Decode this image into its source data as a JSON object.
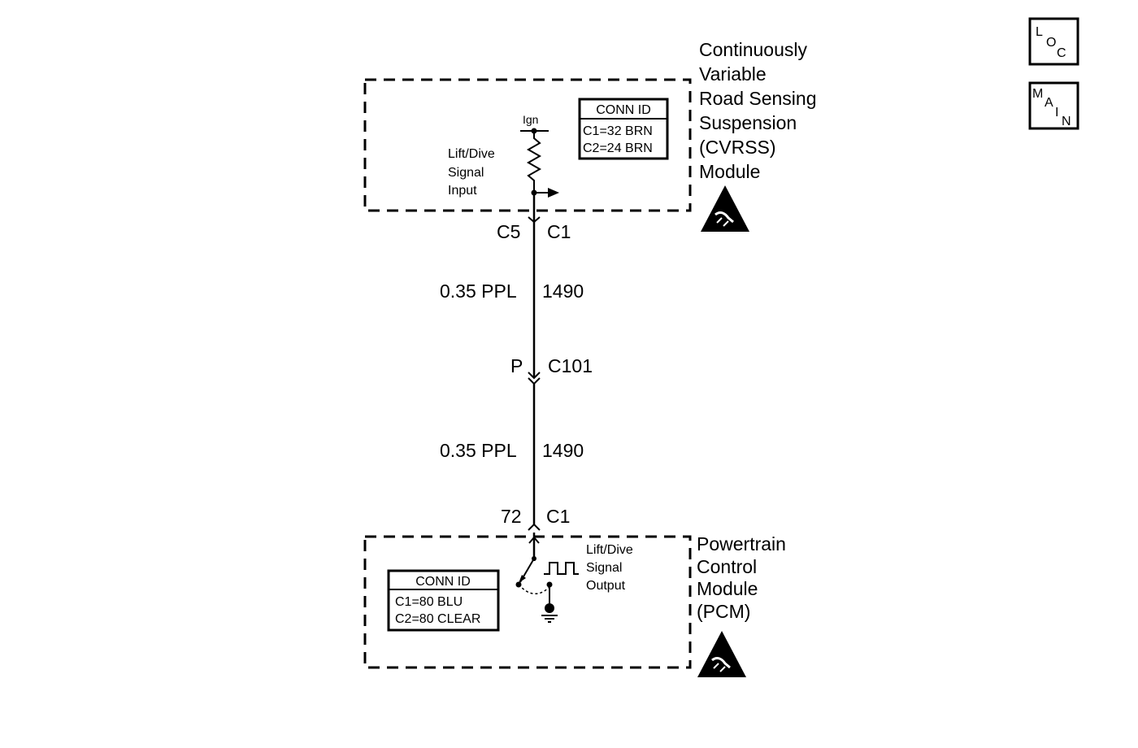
{
  "nav": {
    "loc": {
      "c1": "L",
      "c2": "O",
      "c3": "C"
    },
    "main": {
      "c1": "M",
      "c2": "A",
      "c3": "I",
      "c4": "N"
    }
  },
  "cvrss": {
    "title": [
      "Continuously",
      "Variable",
      "Road Sensing",
      "Suspension",
      "(CVRSS)",
      "Module"
    ],
    "conn_id": {
      "header": "CONN ID",
      "rows": [
        "C1=32 BRN",
        "C2=24 BRN"
      ]
    },
    "ign_label": "Ign",
    "signal_label": [
      "Lift/Dive",
      "Signal",
      "Input"
    ],
    "connector_pin": "C5",
    "connector_name": "C1"
  },
  "wire_upper": {
    "size_color": "0.35 PPL",
    "circuit": "1490"
  },
  "inline_connector": {
    "pin": "P",
    "name": "C101"
  },
  "wire_lower": {
    "size_color": "0.35 PPL",
    "circuit": "1490"
  },
  "pcm": {
    "title": [
      "Powertrain",
      "Control",
      "Module",
      "(PCM)"
    ],
    "conn_id": {
      "header": "CONN ID",
      "rows": [
        "C1=80 BLU",
        "C2=80 CLEAR"
      ]
    },
    "signal_label": [
      "Lift/Dive",
      "Signal",
      "Output"
    ],
    "connector_pin": "72",
    "connector_name": "C1"
  },
  "icons": [
    "esd-warning-icon",
    "esd-warning-icon"
  ]
}
